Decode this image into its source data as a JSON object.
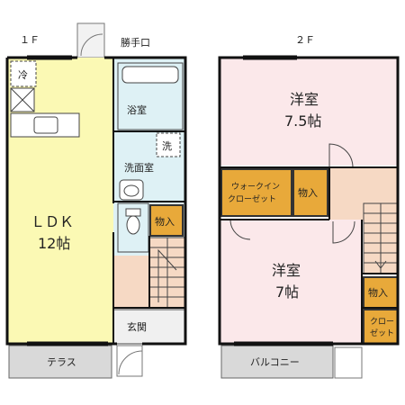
{
  "floor1": {
    "label": "１Ｆ",
    "back_door": "勝手口",
    "fridge": "冷",
    "bath": "浴室",
    "laundry": "洗",
    "washroom": "洗面室",
    "storage": "物入",
    "ldk": "ＬＤＫ",
    "ldk_size": "12帖",
    "entrance": "玄関",
    "terrace": "テラス"
  },
  "floor2": {
    "label": "２Ｆ",
    "west_room": "洋室",
    "west_room_size": "7.5帖",
    "walkin_1": "ウォークイン",
    "walkin_2": "クローゼット",
    "storage_a": "物入",
    "room": "洋室",
    "room_size": "7帖",
    "storage_b": "物入",
    "closet_1": "クロー",
    "closet_2": "ゼット",
    "balcony": "バルコニー"
  },
  "colors": {
    "ldk": "#fbf9b4",
    "wet": "#def1f5",
    "wood": "#e8a93a",
    "pink": "#fbe8ea",
    "peach": "#f6d9c4",
    "terrace": "#d9d9d9"
  }
}
